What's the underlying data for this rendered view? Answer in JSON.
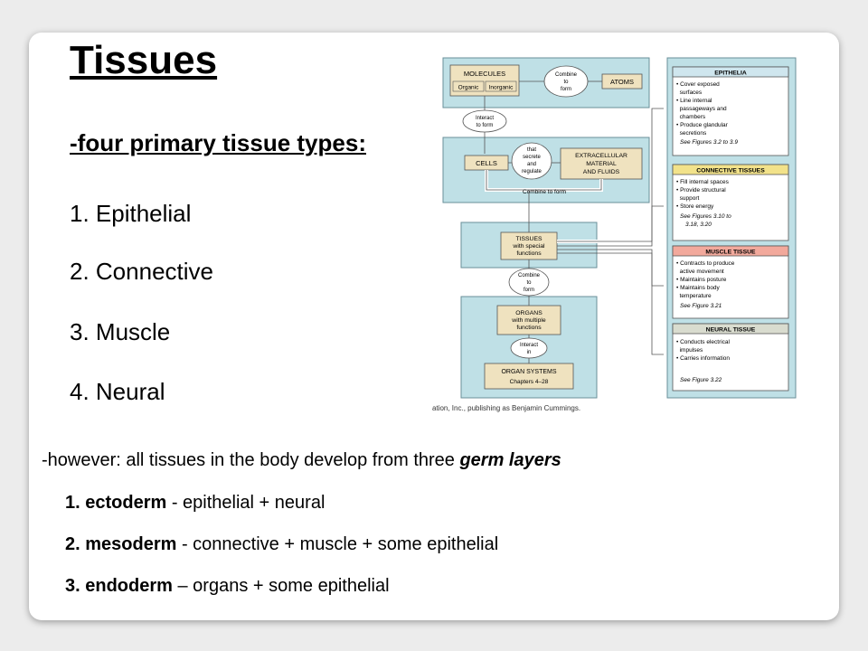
{
  "title": "Tissues",
  "subtitle": "-four primary tissue types:",
  "tissue_types": [
    "1. Epithelial",
    "2. Connective",
    "3. Muscle",
    "4. Neural"
  ],
  "germ": {
    "intro_prefix": "-however: all tissues in the body develop from three ",
    "intro_emph": "germ layers",
    "items": [
      {
        "num": "1. ",
        "name": "ectoderm",
        "desc": " - epithelial + neural"
      },
      {
        "num": "2. ",
        "name": "mesoderm",
        "desc": " - connective + muscle + some epithelial"
      },
      {
        "num": "3. ",
        "name": "endoderm",
        "desc": " – organs + some epithelial"
      }
    ]
  },
  "diagram": {
    "molecules": "MOLECULES",
    "organic": "Organic",
    "inorganic": "Inorganic",
    "combine_to_form_1": [
      "Combine",
      "to",
      "form"
    ],
    "atoms": "ATOMS",
    "interact_to_form": [
      "Interact",
      "to form"
    ],
    "cells": "CELLS",
    "secrete_regulate": [
      "that",
      "secrete",
      "and",
      "regulate"
    ],
    "extracellular": [
      "EXTRACELLULAR",
      "MATERIAL",
      "AND FLUIDS"
    ],
    "combine_to_form_2": "Combine to form",
    "tissues": [
      "TISSUES",
      "with special",
      "functions"
    ],
    "combine_to_form_3": [
      "Combine",
      "to",
      "form"
    ],
    "organs": [
      "ORGANS",
      "with multiple",
      "functions"
    ],
    "interact_in": [
      "Interact",
      "in"
    ],
    "organ_systems": "ORGAN SYSTEMS",
    "chapters": "Chapters 4–28",
    "epithelia": {
      "header": "EPITHELIA",
      "lines": [
        "• Cover exposed",
        "  surfaces",
        "• Line internal",
        "  passageways and",
        "  chambers",
        "• Produce glandular",
        "  secretions"
      ],
      "see": "See Figures 3.2 to 3.9"
    },
    "connective": {
      "header": "CONNECTIVE TISSUES",
      "lines": [
        "• Fill internal spaces",
        "• Provide structural",
        "  support",
        "• Store energy"
      ],
      "see": [
        "See Figures 3.10 to",
        "3.18, 3.20"
      ]
    },
    "muscle": {
      "header": "MUSCLE TISSUE",
      "lines": [
        "• Contracts to produce",
        "  active movement",
        "• Maintains posture",
        "• Maintains body",
        "  temperature"
      ],
      "see": "See Figure 3.21"
    },
    "neural": {
      "header": "NEURAL TISSUE",
      "lines": [
        "• Conducts electrical",
        "  impulses",
        "• Carries information"
      ],
      "see": "See Figure 3.22"
    },
    "credit": "ation, Inc., publishing as Benjamin Cummings.",
    "colors": {
      "panel": "#bfe0e6",
      "box": "#efe2bf",
      "epithelia_header": "#cfe6ee",
      "connective_header": "#f2e28a",
      "muscle_header": "#f2a99c",
      "neural_header": "#d9dccf"
    }
  }
}
